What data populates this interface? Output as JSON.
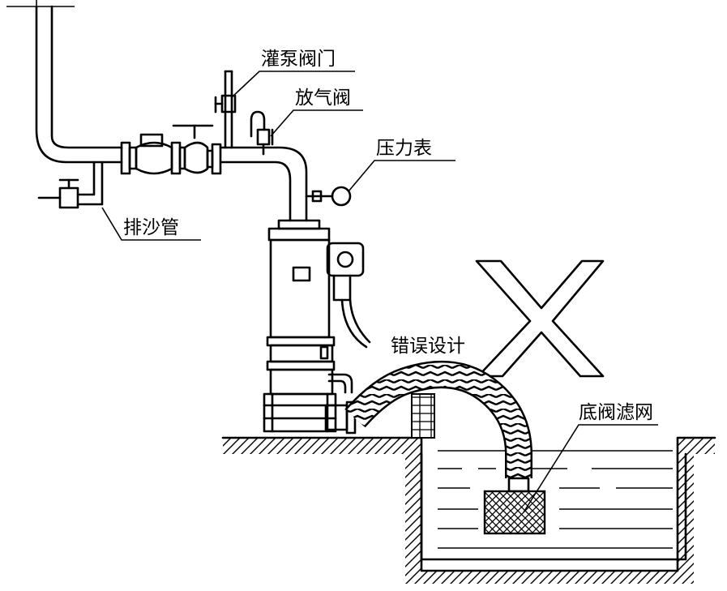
{
  "labels": {
    "priming_valve": "灌泵阀门",
    "air_release_valve": "放气阀",
    "pressure_gauge": "压力表",
    "sand_drain_pipe": "排沙管",
    "wrong_design": "错误设计",
    "foot_valve_strainer": "底阀滤网"
  },
  "mark": {
    "symbol": "wrong-cross"
  },
  "colors": {
    "line": "#000000",
    "background": "#ffffff"
  }
}
